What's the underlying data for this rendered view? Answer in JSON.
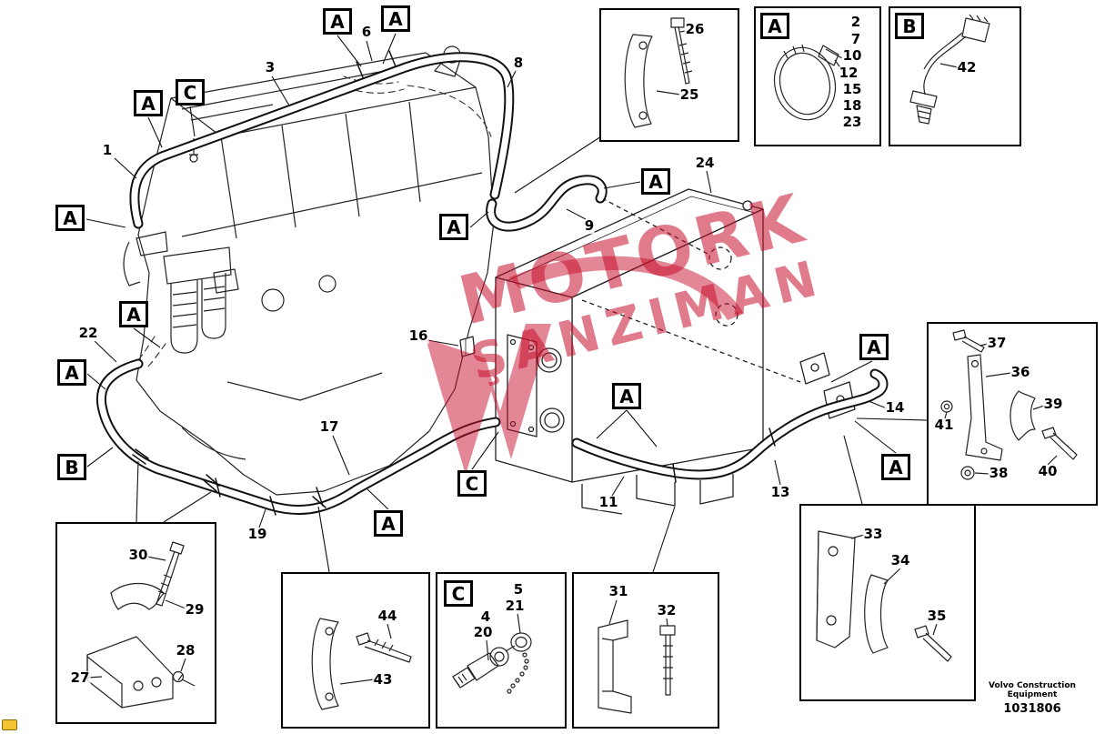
{
  "page": {
    "footer_brand_line1": "Volvo Construction",
    "footer_brand_line2": "Equipment",
    "footer_doc_number": "1031806"
  },
  "watermark": {
    "line1": "MOTORK",
    "line2": "ŞANZIMAN"
  },
  "callouts": {
    "a_hose_top_left": "A",
    "a_hose_top_right": "A",
    "c_engine_stud": "C",
    "a_engine_clamp": "A",
    "a_elbow_left": "A",
    "a_filter_hose": "A",
    "a_lower_elbow": "A",
    "b_lower_hose": "B",
    "a_hose9_right": "A",
    "a_hose9_left": "A",
    "a_hose11": "A",
    "c_cooler_port": "C",
    "a_hose17": "A",
    "a_bracket_top": "A",
    "a_bracket_bottom": "A",
    "a_clamp_inset": "A",
    "b_sensor_inset": "B",
    "c_coupling_inset": "C"
  },
  "parts": {
    "p1": "1",
    "p2": "2",
    "p3": "3",
    "p4": "4",
    "p5": "5",
    "p6": "6",
    "p7": "7",
    "p8": "8",
    "p9": "9",
    "p10": "10",
    "p11": "11",
    "p12": "12",
    "p13": "13",
    "p14": "14",
    "p15": "15",
    "p16": "16",
    "p17": "17",
    "p18": "18",
    "p19": "19",
    "p20": "20",
    "p21": "21",
    "p22": "22",
    "p23": "23",
    "p24": "24",
    "p25": "25",
    "p26": "26",
    "p27": "27",
    "p28": "28",
    "p29": "29",
    "p30": "30",
    "p31": "31",
    "p32": "32",
    "p33": "33",
    "p34": "34",
    "p35": "35",
    "p36": "36",
    "p37": "37",
    "p38": "38",
    "p39": "39",
    "p40": "40",
    "p41": "41",
    "p42": "42",
    "p43": "43",
    "p44": "44"
  }
}
